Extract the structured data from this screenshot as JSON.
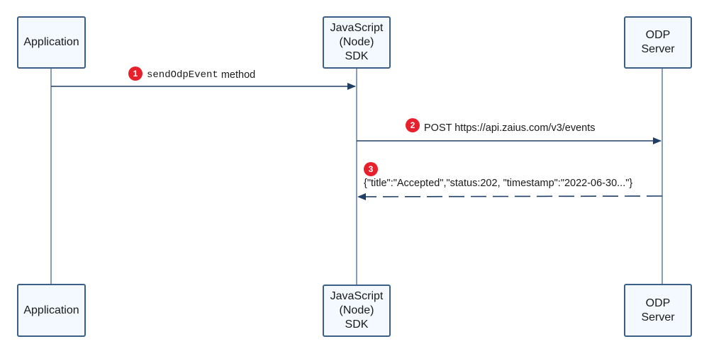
{
  "participants": {
    "app": {
      "label": "Application"
    },
    "sdk": {
      "label": "JavaScript\n(Node)\nSDK"
    },
    "odp": {
      "label": "ODP\nServer"
    }
  },
  "messages": [
    {
      "step": "1",
      "code": "sendOdpEvent",
      "text": " method"
    },
    {
      "step": "2",
      "text": "POST https://api.zaius.com/v3/events"
    },
    {
      "step": "3",
      "text": "{\"title\":\"Accepted\",\"status:202, \"timestamp\":\"2022-06-30...\"}"
    }
  ],
  "colors": {
    "box_border": "#3a5f89",
    "box_fill": "#f3f9ff",
    "line": "#3a5f89",
    "badge": "#e8202b"
  }
}
